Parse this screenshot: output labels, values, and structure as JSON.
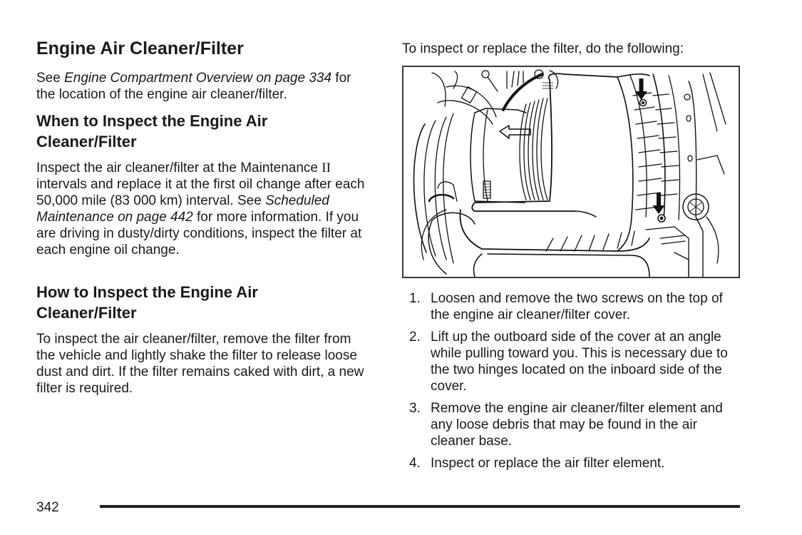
{
  "page": {
    "number": "342"
  },
  "left_column": {
    "title": "Engine Air Cleaner/Filter",
    "intro": {
      "prefix": "See ",
      "link": "Engine Compartment Overview on page 334",
      "suffix": " for the location of the engine air cleaner/filter."
    },
    "when_section": {
      "heading": "When to Inspect the Engine Air Cleaner/Filter",
      "body_part1": "Inspect the air cleaner/filter at the Maintenance ",
      "roman": "II",
      "body_part2": " intervals and replace it at the first oil change after each 50,000 mile (83 000 km) interval. See ",
      "link": "Scheduled Maintenance on page 442",
      "body_part3": " for more information. If you are driving in dusty/dirty conditions, inspect the filter at each engine oil change."
    },
    "how_section": {
      "heading": "How to Inspect the Engine Air Cleaner/Filter",
      "body": "To inspect the air cleaner/filter, remove the filter from the vehicle and lightly shake the filter to release loose dust and dirt. If the filter remains caked with dirt, a new filter is required."
    }
  },
  "right_column": {
    "intro": "To inspect or replace the filter, do the following:",
    "figure": {
      "icon": "engine-air-cleaner-illustration"
    },
    "steps": [
      {
        "number": "1.",
        "text": "Loosen and remove the two screws on the top of the engine air cleaner/filter cover."
      },
      {
        "number": "2.",
        "text": "Lift up the outboard side of the cover at an angle while pulling toward you. This is necessary due to the two hinges located on the inboard side of the cover."
      },
      {
        "number": "3.",
        "text": "Remove the engine air cleaner/filter element and any loose debris that may be found in the air cleaner base."
      },
      {
        "number": "4.",
        "text": "Inspect or replace the air filter element."
      }
    ]
  }
}
